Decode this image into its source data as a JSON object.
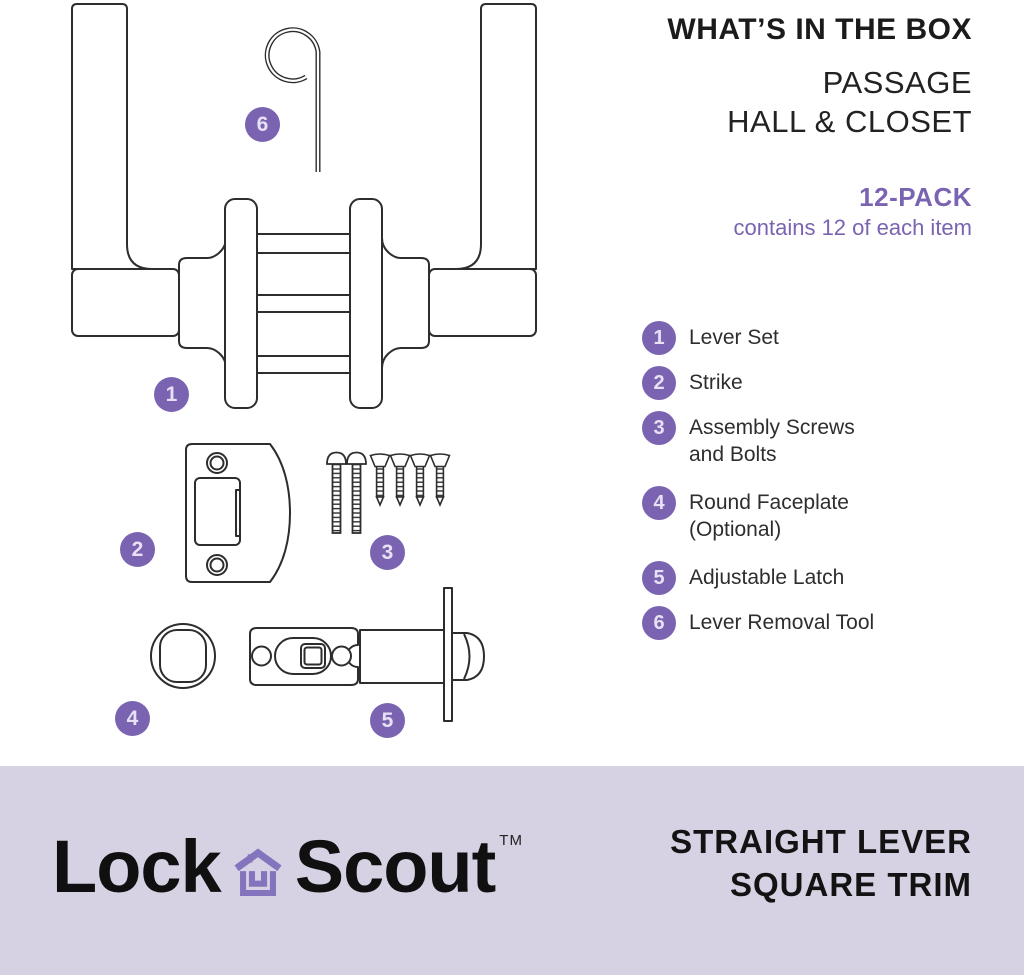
{
  "header": {
    "title": "WHAT’S IN THE BOX",
    "subtitle_line1": "PASSAGE",
    "subtitle_line2": "HALL & CLOSET",
    "pack_size": "12-PACK",
    "pack_note": "contains 12 of each item"
  },
  "items": [
    {
      "num": "1",
      "line1": "Lever Set"
    },
    {
      "num": "2",
      "line1": "Strike"
    },
    {
      "num": "3",
      "line1": "Assembly Screws",
      "line2": "and Bolts"
    },
    {
      "num": "4",
      "line1": "Round Faceplate",
      "line2": "(Optional)"
    },
    {
      "num": "5",
      "line1": "Adjustable Latch"
    },
    {
      "num": "6",
      "line1": "Lever Removal Tool"
    }
  ],
  "footer": {
    "brand_word1": "Lock",
    "brand_word2": "Scout",
    "trademark": "TM",
    "product_line1": "STRAIGHT LEVER",
    "product_line2": "SQUARE TRIM"
  },
  "colors": {
    "accent": "#7a64b2",
    "badge_text": "#e8e1f5",
    "band": "#d7d1e4",
    "logo_icon": "#8474bd",
    "ink": "#1b1b1b",
    "line": "#2d2d2d"
  }
}
